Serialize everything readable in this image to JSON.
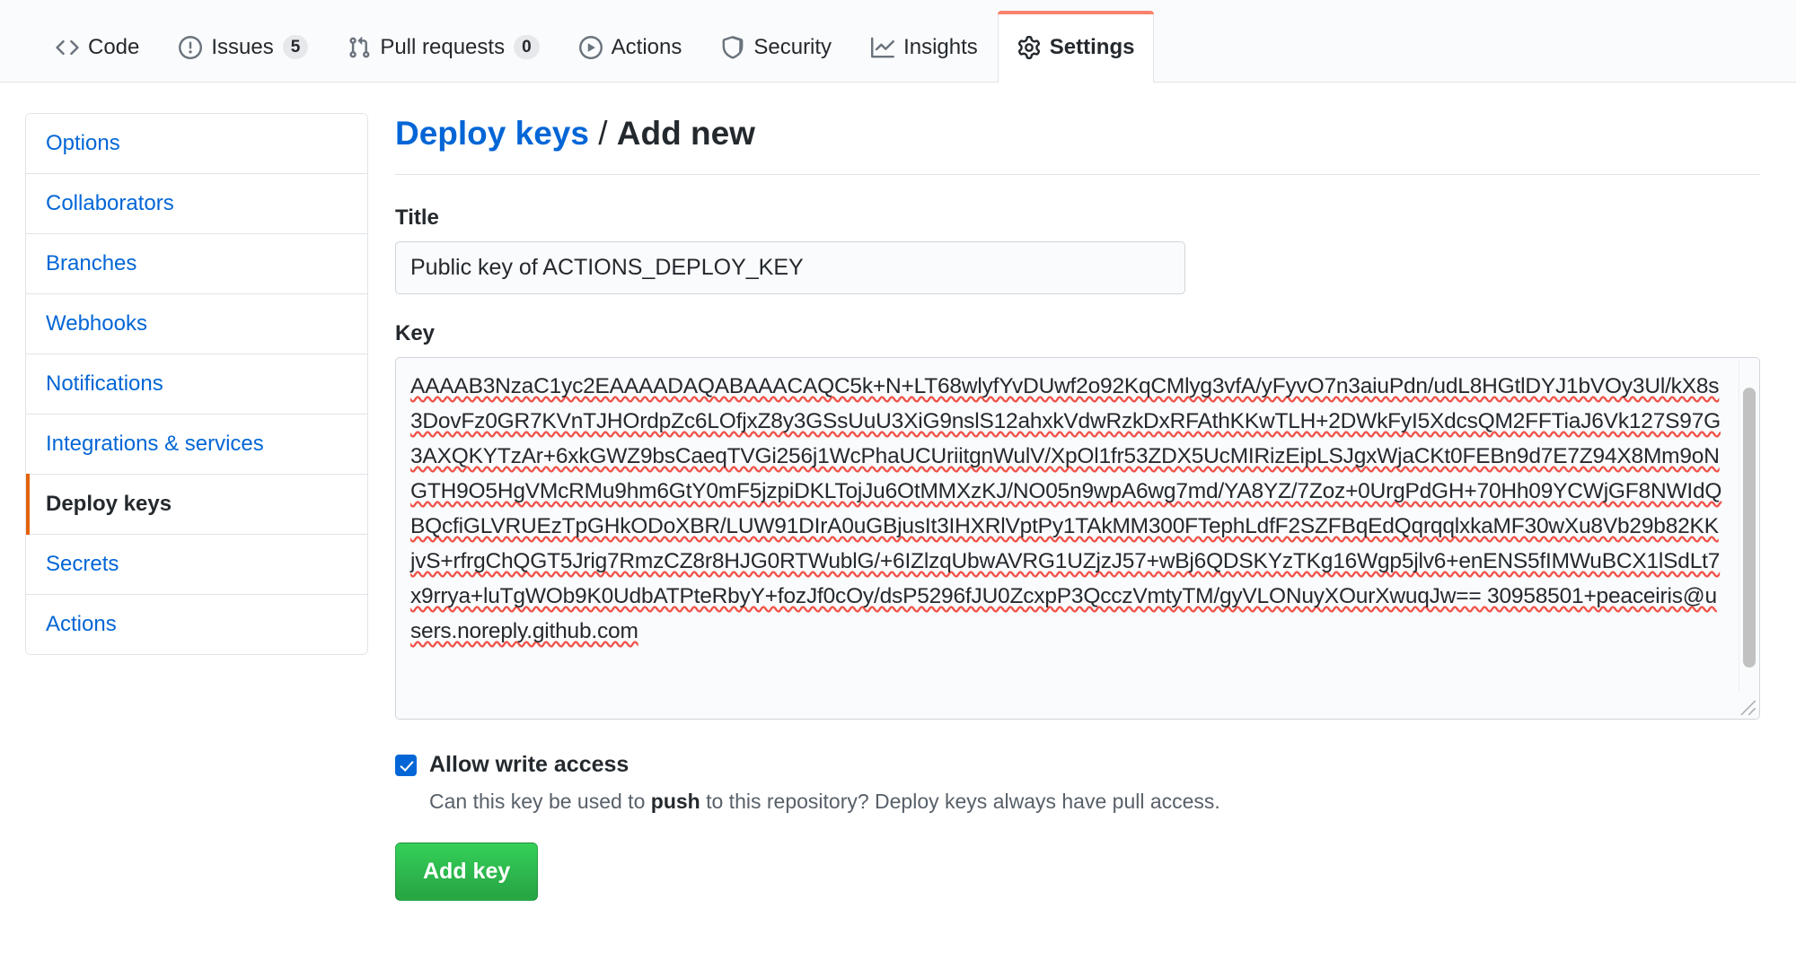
{
  "nav": {
    "tabs": [
      {
        "label": "Code",
        "icon": "code-icon",
        "count": null,
        "selected": false
      },
      {
        "label": "Issues",
        "icon": "issue-opened-icon",
        "count": "5",
        "selected": false
      },
      {
        "label": "Pull requests",
        "icon": "git-pull-request-icon",
        "count": "0",
        "selected": false
      },
      {
        "label": "Actions",
        "icon": "play-icon",
        "count": null,
        "selected": false
      },
      {
        "label": "Security",
        "icon": "shield-icon",
        "count": null,
        "selected": false
      },
      {
        "label": "Insights",
        "icon": "graph-icon",
        "count": null,
        "selected": false
      },
      {
        "label": "Settings",
        "icon": "gear-icon",
        "count": null,
        "selected": true
      }
    ]
  },
  "sidebar": {
    "items": [
      {
        "label": "Options",
        "selected": false
      },
      {
        "label": "Collaborators",
        "selected": false
      },
      {
        "label": "Branches",
        "selected": false
      },
      {
        "label": "Webhooks",
        "selected": false
      },
      {
        "label": "Notifications",
        "selected": false
      },
      {
        "label": "Integrations & services",
        "selected": false
      },
      {
        "label": "Deploy keys",
        "selected": true
      },
      {
        "label": "Secrets",
        "selected": false
      },
      {
        "label": "Actions",
        "selected": false
      }
    ]
  },
  "main": {
    "heading": {
      "link": "Deploy keys",
      "separator": " / ",
      "current": "Add new"
    },
    "title_field": {
      "label": "Title",
      "value": "Public key of ACTIONS_DEPLOY_KEY",
      "placeholder": ""
    },
    "key_field": {
      "label": "Key",
      "value": "AAAAB3NzaC1yc2EAAAADAQABAAACAQC5k+N+LT68wlyfYvDUwf2o92KqCMlyg3vfA/yFyvO7n3aiuPdn/udL8HGtlDYJ1bVOy3Ul/kX8s3DovFz0GR7KVnTJHOrdpZc6LOfjxZ8y3GSsUuU3XiG9nslS12ahxkVdwRzkDxRFAthKKwTLH+2DWkFyI5XdcsQM2FFTiaJ6Vk127S97G3AXQKYTzAr+6xkGWZ9bsCaeqTVGi256j1WcPhaUCUriitgnWulV/XpOl1fr53ZDX5UcMIRizEipLSJgxWjaCKt0FEBn9d7E7Z94X8Mm9oNGTH9O5HgVMcRMu9hm6GtY0mF5jzpiDKLTojJu6OtMMXzKJ/NO05n9wpA6wg7md/YA8YZ/7Zoz+0UrgPdGH+70Hh09YCWjGF8NWIdQBQcfiGLVRUEzTpGHkODoXBR/LUW91DIrA0uGBjusIt3IHXRlVptPy1TAkMM300FTephLdfF2SZFBqEdQqrqqlxkaMF30wXu8Vb29b82KKjvS+rfrgChQGT5Jrig7RmzCZ8r8HJG0RTWublG/+6IZlzqUbwAVRG1UZjzJ57+wBj6QDSKYzTKg16Wgp5jlv6+enENS5fIMWuBCX1lSdLt7x9rrya+luTgWOb9K0UdbATPteRbyY+fozJf0cOy/dsP5296fJU0ZcxpP3QcczVmtyTM/gyVLONuyXOurXwuqJw== 30958501+peaceiris@users.noreply.github.com"
    },
    "allow_write": {
      "checked": true,
      "label": "Allow write access",
      "note_before": "Can this key be used to ",
      "note_bold": "push",
      "note_after": " to this repository? Deploy keys always have pull access."
    },
    "submit_label": "Add key"
  },
  "colors": {
    "accent_orange": "#f9826c",
    "active_orange": "#e36209",
    "link_blue": "#0366d6",
    "button_green": "#28a745",
    "spellcheck_red": "#f0534a"
  }
}
